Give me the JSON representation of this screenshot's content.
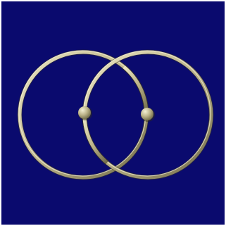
{
  "image": {
    "description_free": true,
    "background_color": "#0a0a6e",
    "frame_color": "#ffffff",
    "ring_color_light": "#ece7c4",
    "ring_color_mid": "#bdb48a",
    "ring_color_dark": "#6f6a48",
    "bead_color_light": "#f4f0d4",
    "bead_color_dark": "#7a7450",
    "rings": [
      {
        "name": "left-ring"
      },
      {
        "name": "right-ring"
      }
    ],
    "beads": [
      {
        "name": "left-bead"
      },
      {
        "name": "right-bead"
      }
    ]
  }
}
